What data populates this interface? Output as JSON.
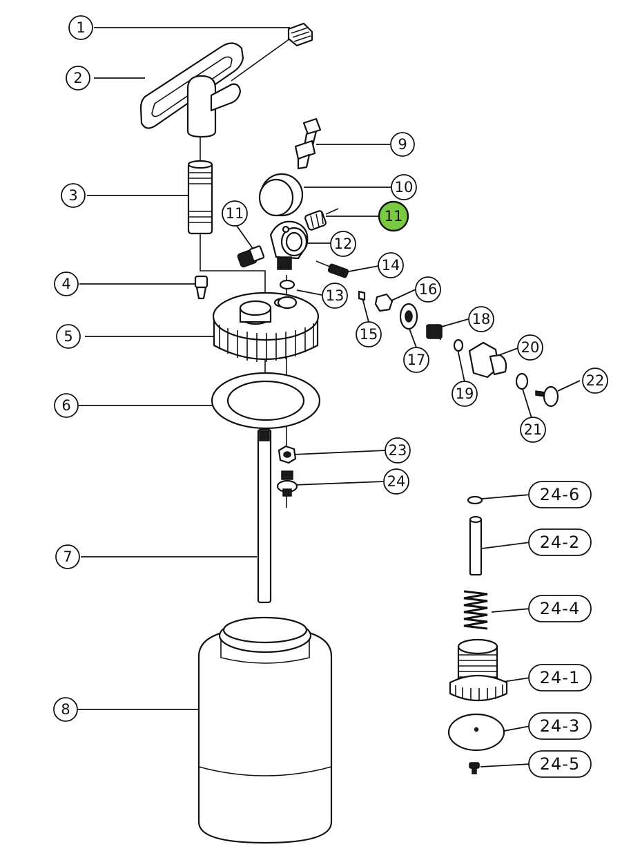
{
  "highlight_color": "#7ac943",
  "callouts": [
    {
      "id": "1",
      "label": "1"
    },
    {
      "id": "2",
      "label": "2"
    },
    {
      "id": "3",
      "label": "3"
    },
    {
      "id": "4",
      "label": "4"
    },
    {
      "id": "5",
      "label": "5"
    },
    {
      "id": "6",
      "label": "6"
    },
    {
      "id": "7",
      "label": "7"
    },
    {
      "id": "8",
      "label": "8"
    },
    {
      "id": "9",
      "label": "9"
    },
    {
      "id": "10",
      "label": "10"
    },
    {
      "id": "11a",
      "label": "11"
    },
    {
      "id": "11b",
      "label": "11",
      "highlighted": true
    },
    {
      "id": "12",
      "label": "12"
    },
    {
      "id": "13",
      "label": "13"
    },
    {
      "id": "14",
      "label": "14"
    },
    {
      "id": "15",
      "label": "15"
    },
    {
      "id": "16",
      "label": "16"
    },
    {
      "id": "17",
      "label": "17"
    },
    {
      "id": "18",
      "label": "18"
    },
    {
      "id": "19",
      "label": "19"
    },
    {
      "id": "20",
      "label": "20"
    },
    {
      "id": "21",
      "label": "21"
    },
    {
      "id": "22",
      "label": "22"
    },
    {
      "id": "23",
      "label": "23"
    },
    {
      "id": "24",
      "label": "24"
    },
    {
      "id": "24-6",
      "label": "24-6"
    },
    {
      "id": "24-2",
      "label": "24-2"
    },
    {
      "id": "24-4",
      "label": "24-4"
    },
    {
      "id": "24-1",
      "label": "24-1"
    },
    {
      "id": "24-3",
      "label": "24-3"
    },
    {
      "id": "24-5",
      "label": "24-5"
    }
  ]
}
